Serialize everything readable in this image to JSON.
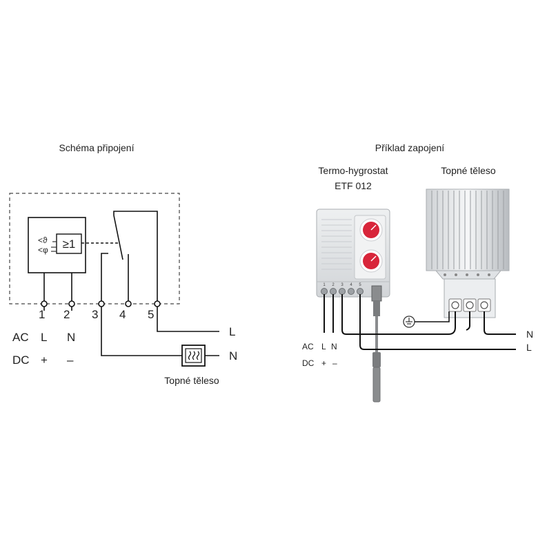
{
  "left": {
    "title": "Schéma připojení",
    "symbols": [
      "<ϑ",
      "<φ"
    ],
    "gate": "≥1",
    "terminals": [
      "1",
      "2",
      "3",
      "4",
      "5"
    ],
    "row_ac": {
      "label": "AC",
      "t1": "L",
      "t2": "N"
    },
    "row_dc": {
      "label": "DC",
      "t1": "+",
      "t2": "–"
    },
    "line_L": "L",
    "line_N": "N",
    "heater_caption": "Topné těleso"
  },
  "right": {
    "title": "Příklad zapojení",
    "device_name": "Termo-hygrostat",
    "device_model": "ETF 012",
    "heater_title": "Topné těleso",
    "device_terminals": [
      "1",
      "2",
      "3",
      "4",
      "5"
    ],
    "row_ac": {
      "label": "AC",
      "t1": "L",
      "t2": "N"
    },
    "row_dc": {
      "label": "DC",
      "t1": "+",
      "t2": "–"
    },
    "out_N": "N",
    "out_L": "L"
  },
  "colors": {
    "line": "#111111",
    "knob_red": "#d8253a",
    "device_body": "#e3e5e7",
    "sensor_gray": "#7a7c7e"
  }
}
